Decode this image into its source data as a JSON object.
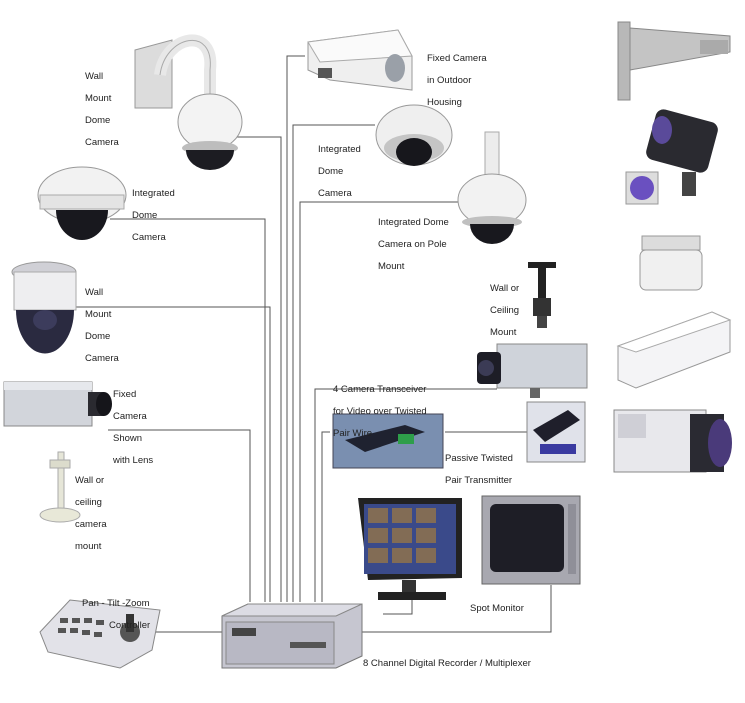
{
  "labels": {
    "wall_mount_dome_top": [
      "Wall",
      "Mount",
      "Dome",
      "Camera"
    ],
    "fixed_outdoor": [
      "Fixed Camera",
      "in Outdoor",
      "Housing"
    ],
    "integrated_dome_center": [
      "Integrated",
      "Dome",
      "Camera"
    ],
    "integrated_dome_left": [
      "Integrated",
      "Dome",
      "Camera"
    ],
    "integrated_dome_pole": [
      "Integrated Dome",
      "Camera on Pole",
      "Mount"
    ],
    "wall_mount_dome_left": [
      "Wall",
      "Mount",
      "Dome",
      "Camera"
    ],
    "wall_ceiling_mount": [
      "Wall or",
      "Ceiling",
      "Mount"
    ],
    "fixed_camera_lens": [
      "Fixed",
      "Camera",
      "Shown",
      "with Lens"
    ],
    "transceiver": [
      "4 Camera Transceiver",
      "for Video over Twisted",
      "Pair Wire"
    ],
    "passive_transmitter": [
      "Passive Twisted",
      "Pair Transmitter"
    ],
    "wall_ceiling_camera_mount": [
      "Wall or",
      "ceiling",
      "camera",
      "mount"
    ],
    "ptz_controller": [
      "Pan - Tilt -Zoom",
      "Controller"
    ],
    "spot_monitor": [
      "Spot Monitor"
    ],
    "dvr": [
      "8 Channel Digital Recorder / Multiplexer"
    ]
  },
  "colors": {
    "wire": "#555555",
    "camera_white": "#f2f2f2",
    "camera_grey": "#c9ccd2",
    "lens_dark": "#1a1a22",
    "monitor_body": "#a8a8b0",
    "screen_blue": "#3a4a8a"
  }
}
